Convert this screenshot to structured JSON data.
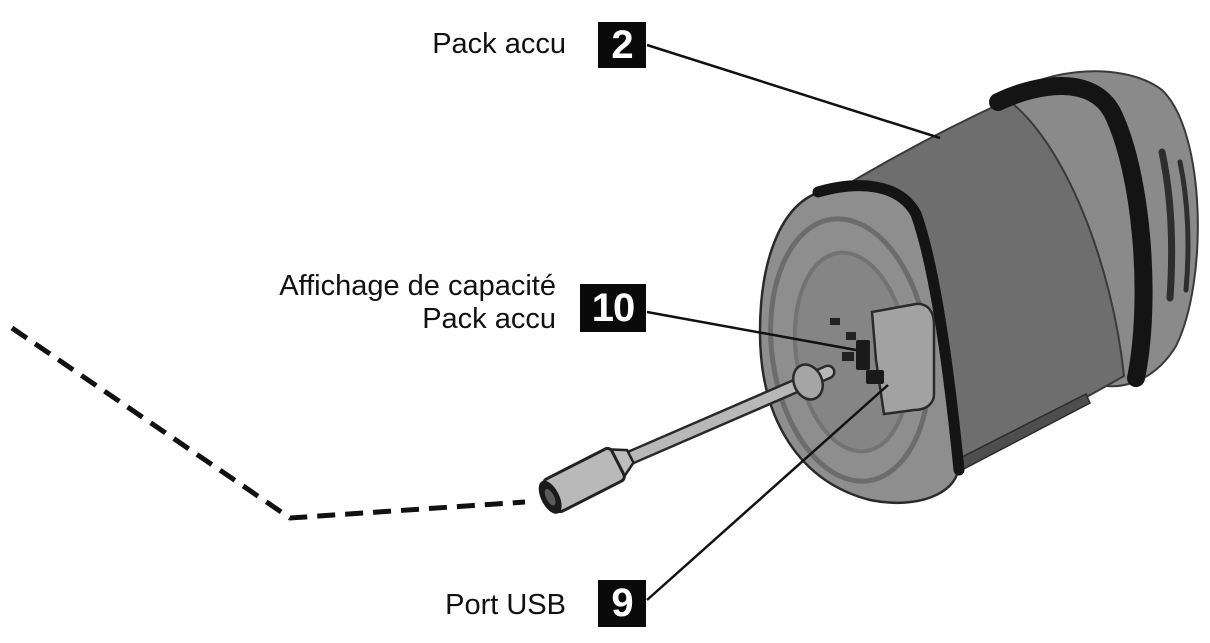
{
  "callouts": {
    "battery_pack": {
      "number": "2",
      "label": "Pack accu"
    },
    "capacity_display": {
      "number": "10",
      "label_line1": "Affichage de capacité",
      "label_line2": "Pack accu"
    },
    "usb_port": {
      "number": "9",
      "label": "Port USB"
    }
  },
  "colors": {
    "number_box_background": "#0a0a0a",
    "number_box_text": "#ffffff",
    "body_grey": "#6e6e6e",
    "cap_grey": "#8e8e8e",
    "band_black": "#141414"
  }
}
